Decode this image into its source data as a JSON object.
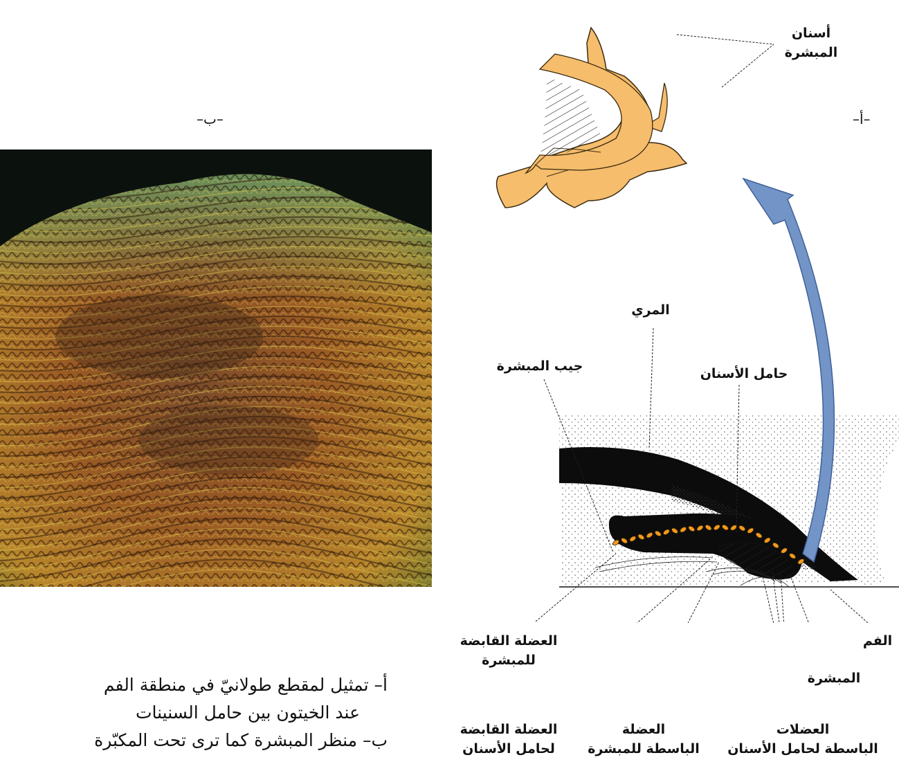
{
  "panels": {
    "a_marker": "–أ–",
    "b_marker": "–ب–"
  },
  "labels": {
    "teeth_line1": "أسنان",
    "teeth_line2": "المبشرة",
    "esophagus": "المري",
    "radula_pocket": "جيب المبشرة",
    "odontophore": "حامل الأسنان",
    "mouth": "الفم",
    "radula": "المبشرة",
    "radula_retractor_1": "العضلة القابضة",
    "radula_retractor_2": "للمبشرة",
    "odontophore_retractor_1": "العضلة القابضة",
    "odontophore_retractor_2": "لحامل الأسنان",
    "radula_protractor_1": "العضلة",
    "radula_protractor_2": "الباسطة للمبشرة",
    "odontophore_protractors_1": "العضلات",
    "odontophore_protractors_2": "الباسطة لحامل الأسنان"
  },
  "caption": {
    "line1": "أ– تمثيل لمقطع طولانيّ في منطقة الفم",
    "line2": "عند الخيتون بين حامل السنينات",
    "line3": "ب– منظر المبشرة كما ترى تحت المكبّرة"
  },
  "colors": {
    "tooth_fill": "#f5bd6c",
    "arrow_fill": "#7394c6",
    "tissue_dark": "#0c0c0c",
    "radula_orange": "#f09a1e",
    "micrograph_bg": "#0b120d"
  }
}
